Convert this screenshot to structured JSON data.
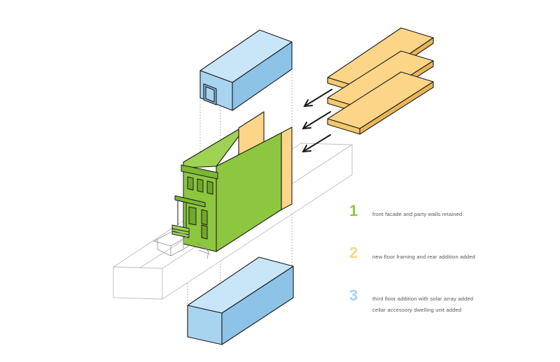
{
  "colors": {
    "green": "#8dc63f",
    "yellow": "#fcd589",
    "blue": "#a9d4f0",
    "outline": "#1a1a1a",
    "ghost": "#bdbdbd"
  },
  "legend": [
    {
      "number": "1",
      "color": "#8dc63f",
      "lines": [
        "front facade and party walls retained"
      ]
    },
    {
      "number": "2",
      "color": "#fcd589",
      "lines": [
        "new floor framing and rear addition added"
      ]
    },
    {
      "number": "3",
      "color": "#a9d4f0",
      "lines": [
        "third floor addition with solar array added",
        "cellar accessory dwelling unit added"
      ]
    }
  ]
}
